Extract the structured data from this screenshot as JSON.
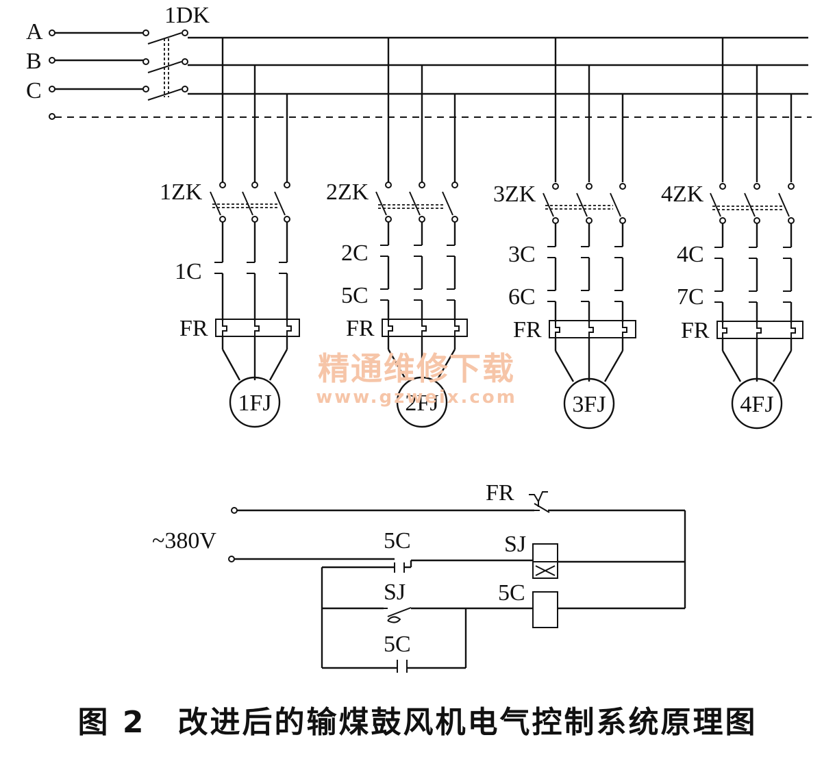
{
  "phases": [
    "A",
    "B",
    "C"
  ],
  "main_switch": "1DK",
  "branches": [
    {
      "breaker": "1ZK",
      "contactors": [
        "1C"
      ],
      "relay": "FR",
      "motor": "1FJ"
    },
    {
      "breaker": "2ZK",
      "contactors": [
        "2C",
        "5C"
      ],
      "relay": "FR",
      "motor": "2FJ"
    },
    {
      "breaker": "3ZK",
      "contactors": [
        "3C",
        "6C"
      ],
      "relay": "FR",
      "motor": "3FJ"
    },
    {
      "breaker": "4ZK",
      "contactors": [
        "4C",
        "7C"
      ],
      "relay": "FR",
      "motor": "4FJ"
    }
  ],
  "control": {
    "voltage": "~380V",
    "fr_contact": "FR",
    "contact_5c_top": "5C",
    "sj_coil": "SJ",
    "sj_contact": "SJ",
    "coil_5c": "5C",
    "contact_5c_bottom": "5C"
  },
  "watermark": {
    "line1": "精通维修下载",
    "line2": "www.gzweix.com"
  },
  "caption": "图 2　改进后的输煤鼓风机电气控制系统原理图"
}
